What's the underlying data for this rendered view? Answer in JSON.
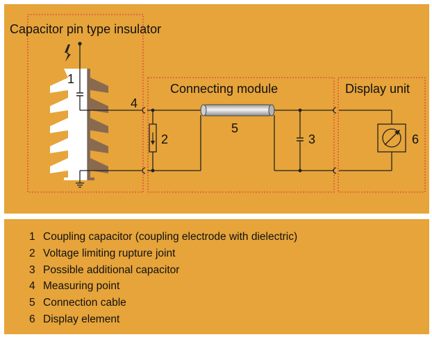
{
  "colors": {
    "panel_background": "#E6A43A",
    "frame_dotted": "#E8463A",
    "wire": "#222222",
    "insulator_body": "#FFFFFF",
    "insulator_shadow": "#8A6A4F",
    "cable": "#D9D9D9"
  },
  "diagram": {
    "insulator_title": "Capacitor pin type insulator",
    "connecting_module_title": "Connecting module",
    "display_unit_title": "Display unit",
    "labels": {
      "coupling_capacitor": "1",
      "rupture_joint": "2",
      "additional_capacitor": "3",
      "measuring_point": "4",
      "cable": "5",
      "display_element": "6"
    },
    "icons": [
      "lightning-icon",
      "ground-icon",
      "gauge-icon",
      "capacitor-icon",
      "resistor-icon"
    ]
  },
  "legend": {
    "items": [
      {
        "num": "1",
        "text": "Coupling capacitor (coupling electrode with dielectric)"
      },
      {
        "num": "2",
        "text": "Voltage limiting rupture joint"
      },
      {
        "num": "3",
        "text": "Possible additional capacitor"
      },
      {
        "num": "4",
        "text": "Measuring point"
      },
      {
        "num": "5",
        "text": "Connection cable"
      },
      {
        "num": "6",
        "text": "Display element"
      }
    ]
  }
}
